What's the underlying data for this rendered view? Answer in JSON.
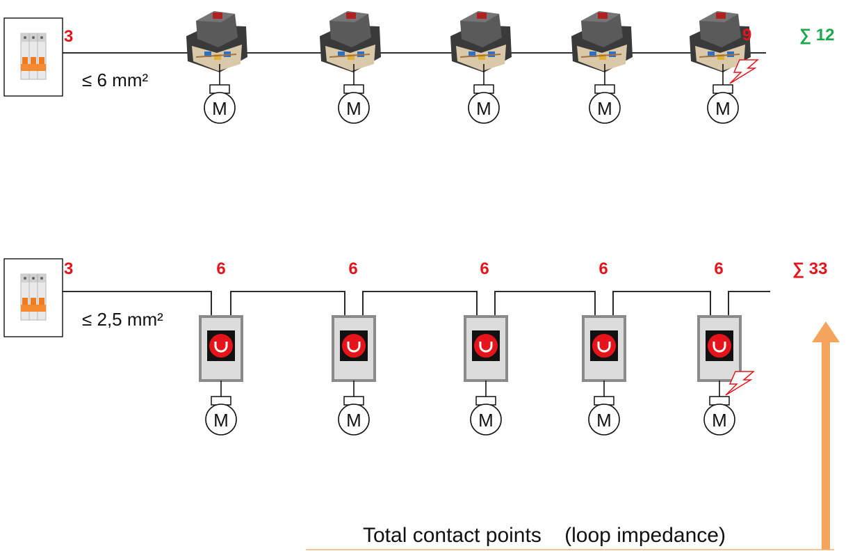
{
  "top_row": {
    "breaker_count": "3",
    "cross_section": "≤ 6 mm²",
    "last_box_count": "9",
    "total": "∑ 12",
    "motor_label": "M"
  },
  "bottom_row": {
    "breaker_count": "3",
    "cross_section": "≤ 2,5 mm²",
    "switch_counts": [
      "6",
      "6",
      "6",
      "6",
      "6"
    ],
    "total": "∑ 33",
    "motor_label": "M"
  },
  "footer": {
    "caption": "Total contact points    (loop impedance)"
  },
  "colors": {
    "count_red": "#e5141b",
    "total_green": "#1ca84a",
    "arrow_orange": "#f4a45c",
    "switch_red": "#e5141b",
    "switch_frame": "#8a8a8a"
  }
}
